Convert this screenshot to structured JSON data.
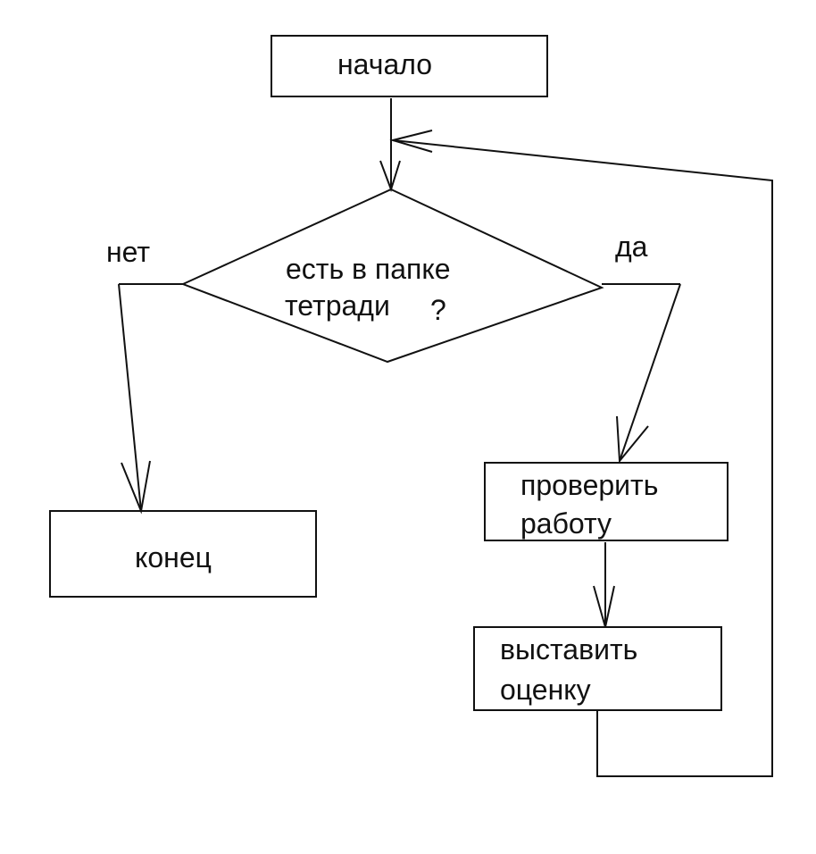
{
  "nodes": {
    "start": "начало",
    "question_line1": "есть в папке",
    "question_line2": "тетради",
    "question_mark": "?",
    "check_line1": "проверить",
    "check_line2": "работу",
    "grade_line1": "выставить",
    "grade_line2": "оценку",
    "end": "конец"
  },
  "edges": {
    "no_label": "нет",
    "yes_label": "да"
  },
  "colors": {
    "stroke": "#111111",
    "text": "#111111",
    "background": "#ffffff"
  }
}
